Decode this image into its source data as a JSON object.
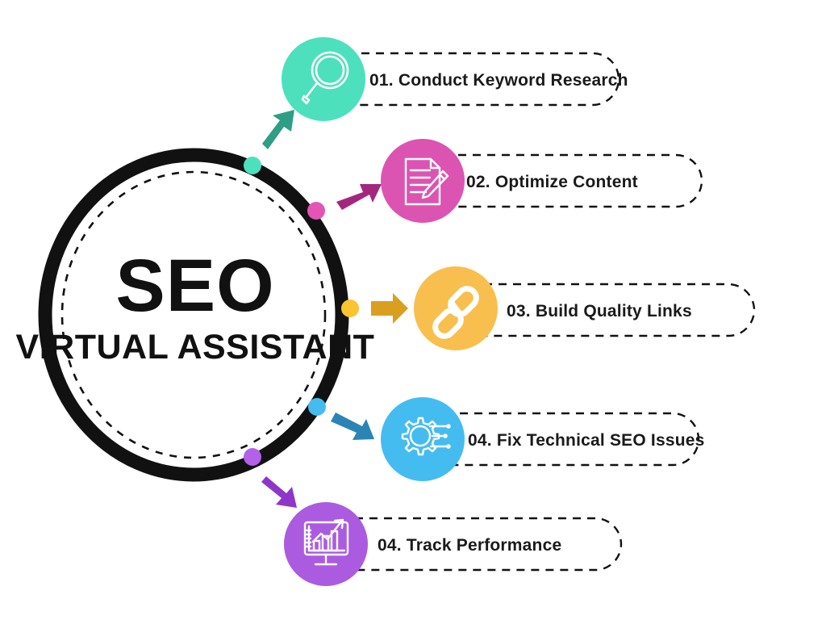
{
  "center": {
    "title": "SEO",
    "subtitle": "VIRTUAL ASSISTANT",
    "ring_color": "#111111",
    "dashed_ring_color": "#111111"
  },
  "steps": [
    {
      "label": "01. Conduct Keyword Research",
      "icon": "magnifier-icon",
      "color": "#4DE0BC",
      "arrow_color": "#2E9E85",
      "dot_color": "#4DE0BC"
    },
    {
      "label": "02. Optimize Content",
      "icon": "document-pencil-icon",
      "color": "#DB54B2",
      "arrow_color": "#A3277E",
      "dot_color": "#E355B5"
    },
    {
      "label": "03. Build Quality Links",
      "icon": "chain-link-icon",
      "color": "#F8BF4F",
      "arrow_color": "#D9A01F",
      "dot_color": "#FBC330"
    },
    {
      "label": "04. Fix Technical SEO Issues",
      "icon": "gear-circuit-icon",
      "color": "#45BCF0",
      "arrow_color": "#2A85B5",
      "dot_color": "#45BCF0"
    },
    {
      "label": "04. Track Performance",
      "icon": "chart-monitor-icon",
      "color": "#AB5BE0",
      "arrow_color": "#8E36C9",
      "dot_color": "#B261E8"
    }
  ],
  "palette": {
    "background": "#FFFFFF",
    "text": "#1A1A1A",
    "pill_border": "#111111"
  }
}
